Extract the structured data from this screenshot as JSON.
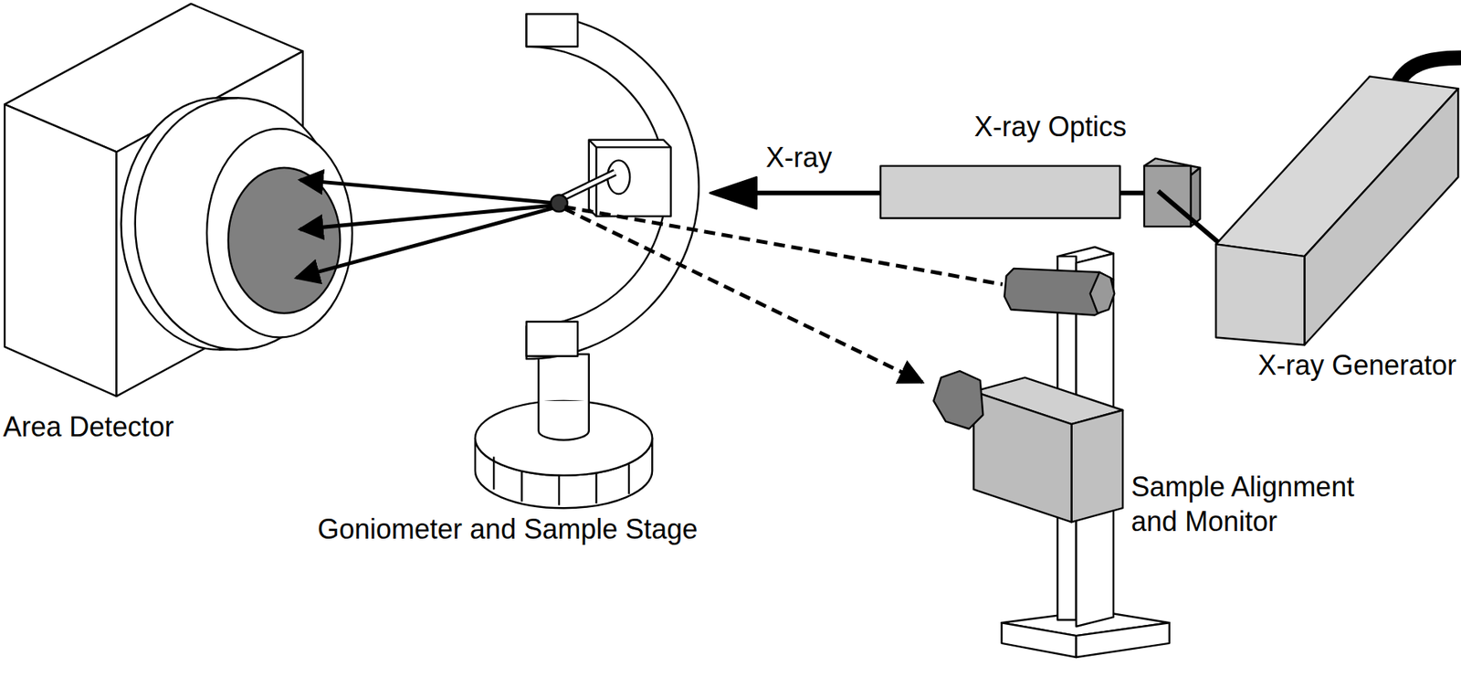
{
  "diagram": {
    "labels": [
      "Area Detector",
      "Goniometer and Sample Stage",
      "X-ray",
      "X-ray Optics",
      "X-ray Generator",
      "Sample Alignment and Monitor"
    ]
  }
}
